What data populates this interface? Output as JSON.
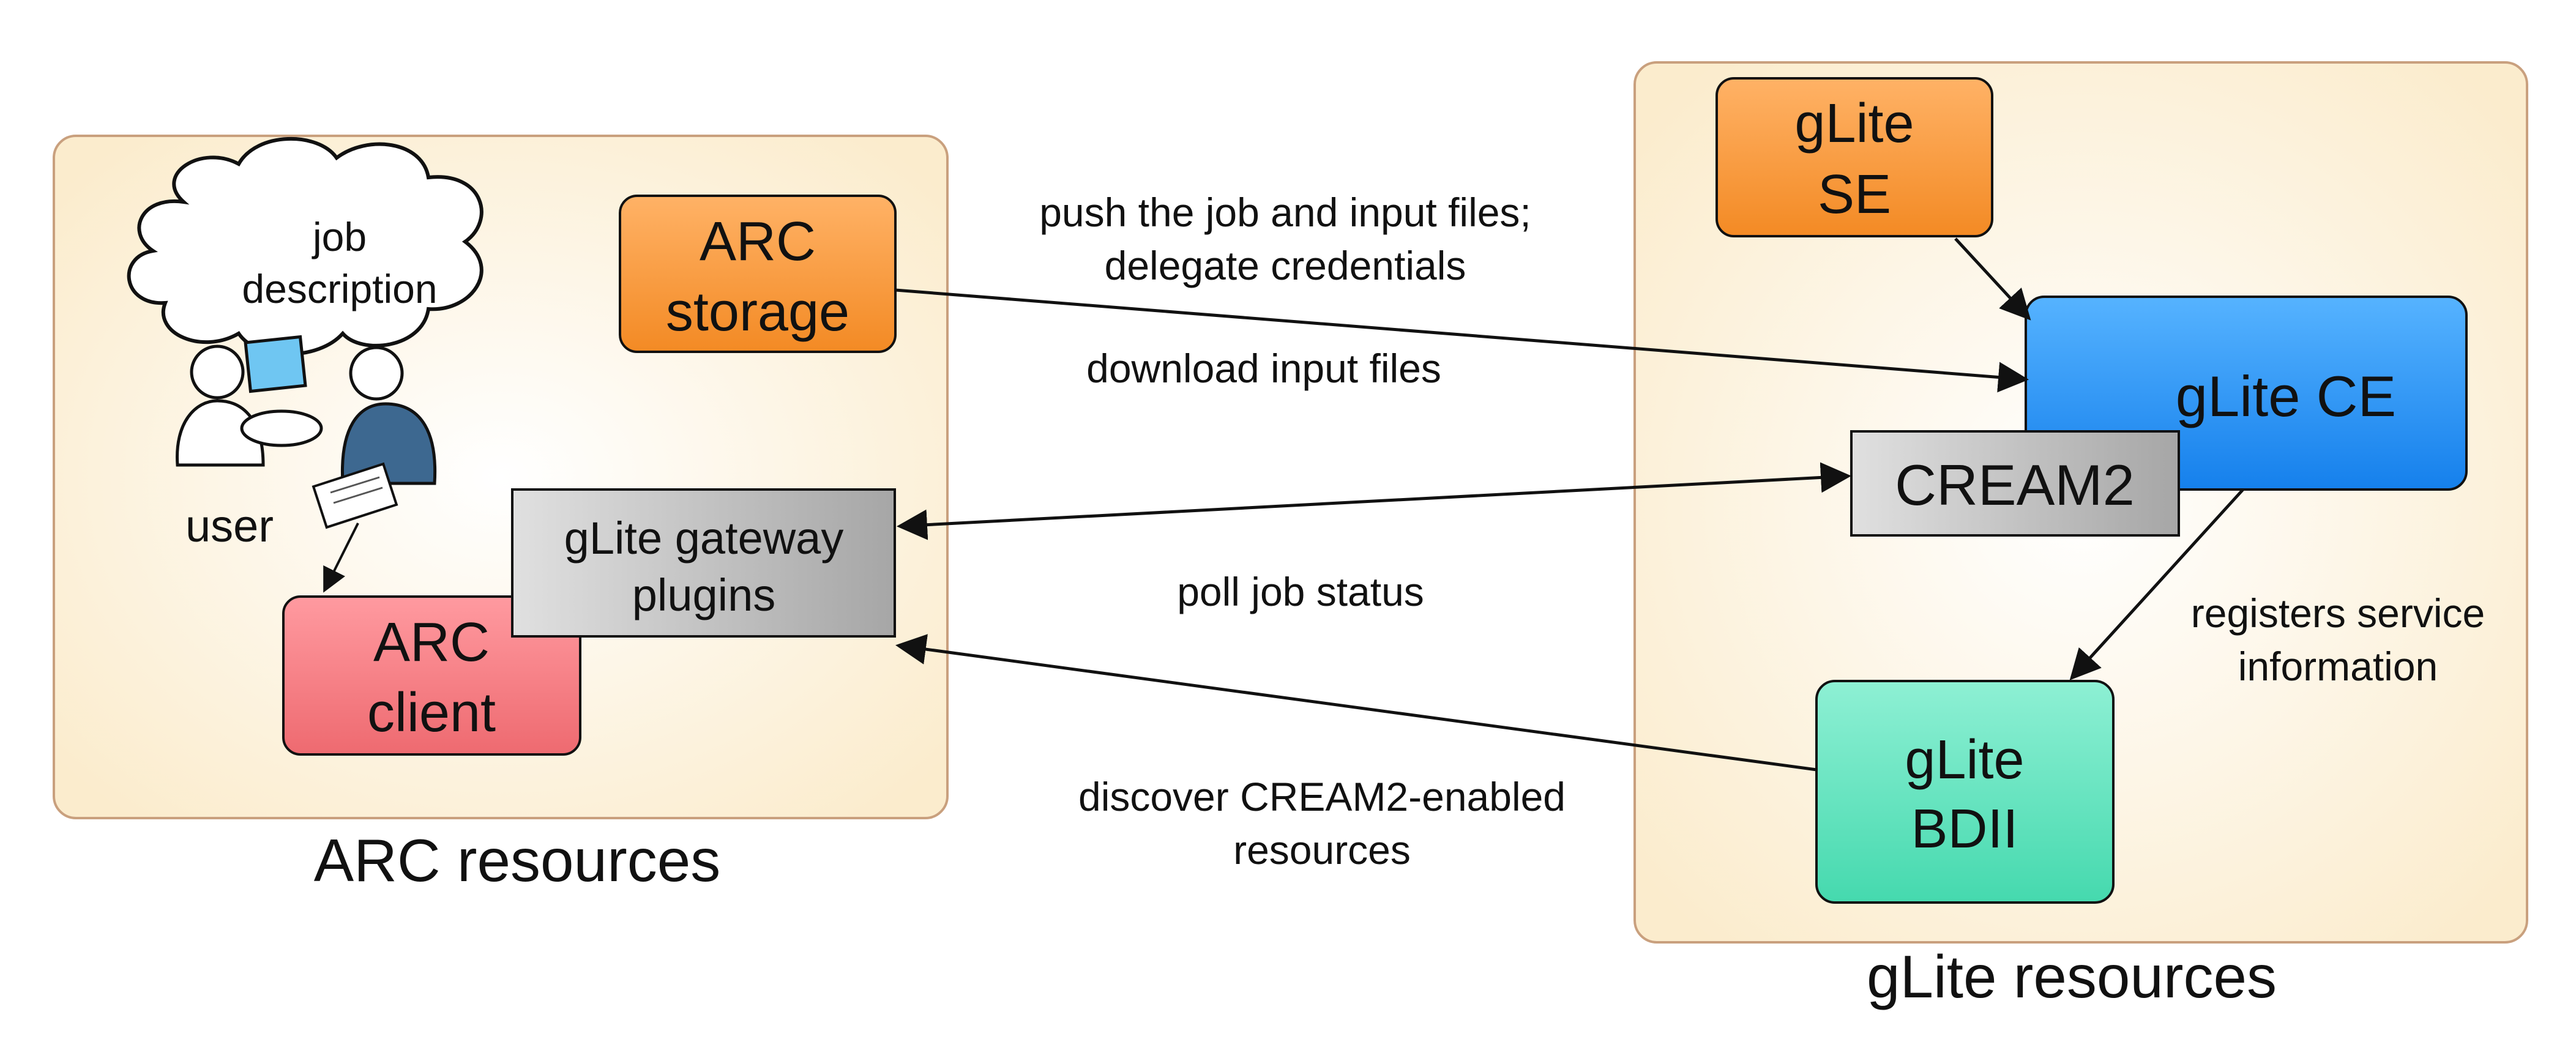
{
  "groups": {
    "arc": {
      "caption": "ARC resources"
    },
    "glite": {
      "caption": "gLite resources"
    }
  },
  "nodes": {
    "job_description": {
      "line1": "job",
      "line2": "description"
    },
    "user": {
      "label": "user"
    },
    "arc_storage": {
      "line1": "ARC",
      "line2": "storage"
    },
    "glite_gateway_plugins": {
      "line1": "gLite gateway",
      "line2": "plugins"
    },
    "arc_client": {
      "line1": "ARC",
      "line2": "client"
    },
    "glite_se": {
      "line1": "gLite",
      "line2": "SE"
    },
    "glite_ce": {
      "label": "gLite CE"
    },
    "cream2": {
      "label": "CREAM2"
    },
    "glite_bdii": {
      "line1": "gLite",
      "line2": "BDII"
    }
  },
  "edges": {
    "push_job": {
      "line1": "push the job and input files;",
      "line2": "delegate credentials"
    },
    "download_input": {
      "label": "download input files"
    },
    "poll_status": {
      "label": "poll job status"
    },
    "discover": {
      "line1": "discover CREAM2-enabled",
      "line2": "resources"
    },
    "registers": {
      "line1": "registers service",
      "line2": "information"
    }
  },
  "colors": {
    "panel_fill": "#fdf0d6",
    "panel_stroke": "#c9a07e",
    "arc_storage": "#f7943a",
    "glite_se": "#f7943a",
    "glite_ce": "#1f8ef1",
    "cream2": "#b8b8b8",
    "gateway": "#c4c4c4",
    "arc_client": "#f27a7e",
    "bdii": "#5ee3bd",
    "user_figure": "#3d6890"
  }
}
